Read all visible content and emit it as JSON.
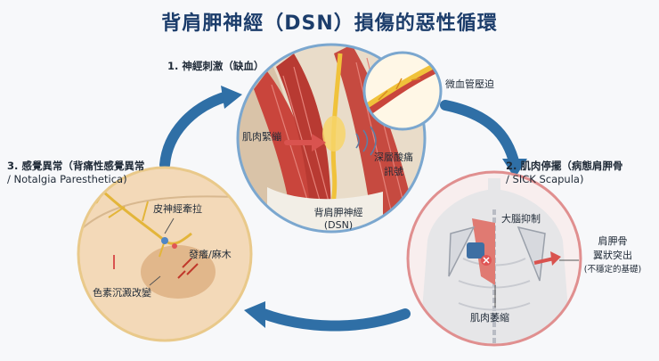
{
  "title": "背肩胛神經（DSN）損傷的惡性循環",
  "stages": {
    "ischemia": {
      "heading": "1. 神經刺激（缺血）",
      "muscle_tension": "肌肉緊繃",
      "deep_ache_line1": "深層酸痛",
      "deep_ache_line2": "訊號",
      "nerve_line1": "背肩胛神經",
      "nerve_line2": "(DSN)",
      "vascular_compression": "微血管壓迫"
    },
    "paralysis": {
      "heading_line1": "2. 肌肉停擺（病態肩胛骨",
      "heading_line2": "/ SICK Scapula)",
      "brain_inhibition": "大腦抑制",
      "scapula_line1": "肩胛骨",
      "scapula_line2": "翼狀突出",
      "scapula_line3": "(不穩定的基礎)",
      "atrophy": "肌肉萎縮"
    },
    "sensory": {
      "heading_line1": "3. 感覺異常（背痛性感覺異常",
      "heading_line2": "/ Notalgia Paresthetica)",
      "nerve_pull": "皮神經牽拉",
      "itch_numb": "發癢/麻木",
      "pigment": "色素沉澱改變"
    }
  },
  "colors": {
    "title": "#1c3d6b",
    "arrow": "#2f6fa6",
    "stage1_ring": "#7ba7cf",
    "stage2_ring": "#e08f8f",
    "stage3_ring": "#e9c98a",
    "muscle": "#c9453c",
    "nerve": "#f0c23a",
    "skin": "#f3d9b8"
  }
}
